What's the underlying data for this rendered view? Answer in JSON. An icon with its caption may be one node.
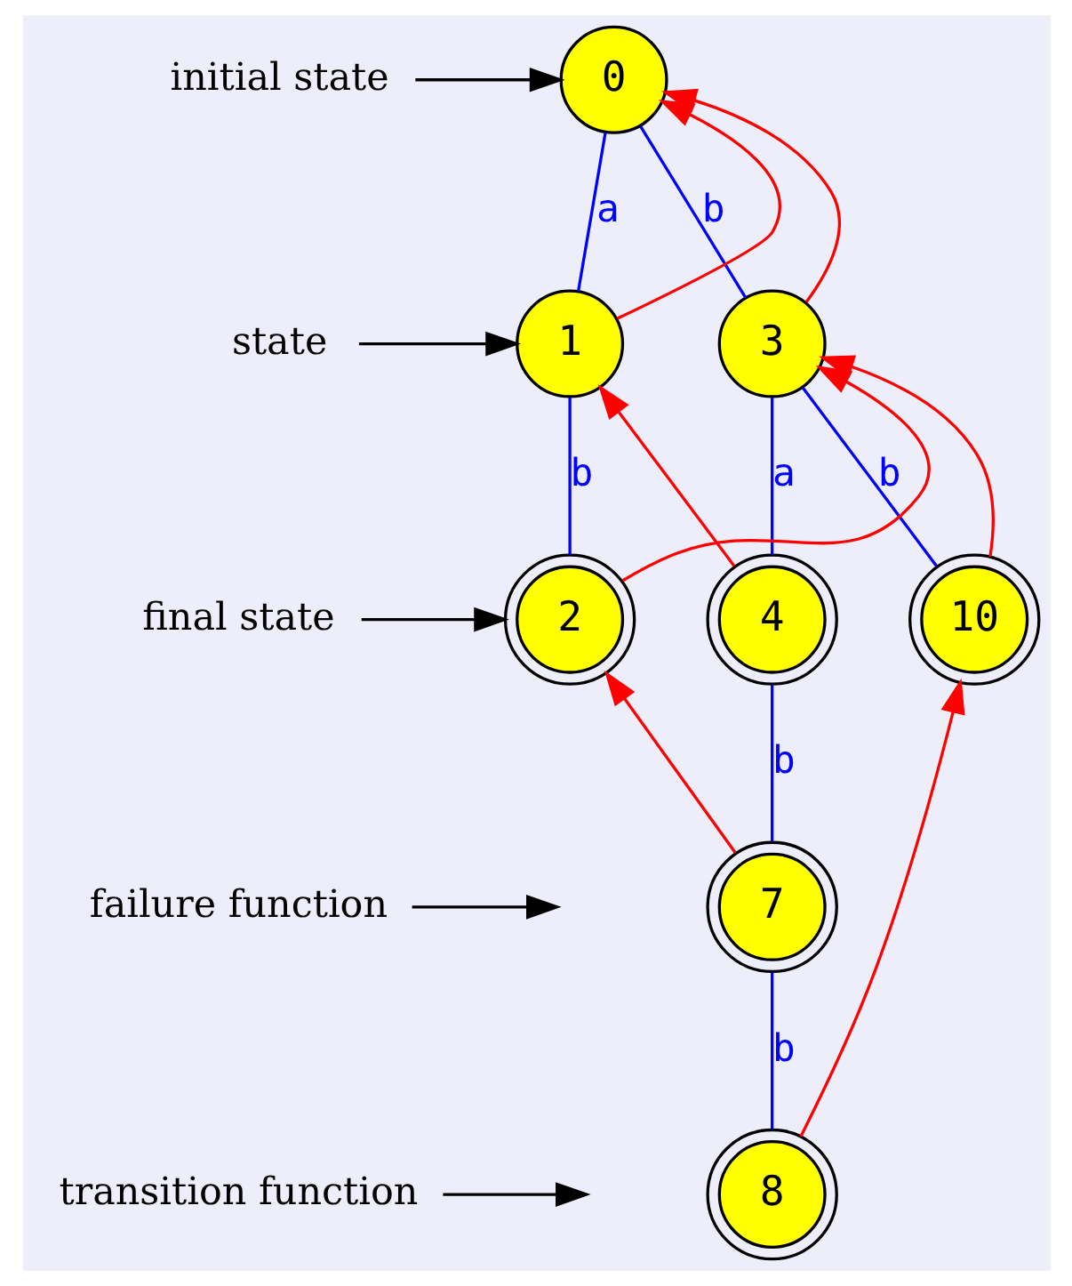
{
  "diagram": {
    "nodes": [
      {
        "text": [
          "initial state"
        ]
      },
      {
        "text": [
          "0"
        ]
      },
      {
        "text": [
          "state"
        ]
      },
      {
        "text": [
          "1"
        ]
      },
      {
        "text": [
          "3"
        ]
      },
      {
        "text": [
          "final state"
        ]
      },
      {
        "text": [
          "2"
        ]
      },
      {
        "text": [
          "4"
        ]
      },
      {
        "text": [
          "10"
        ]
      },
      {
        "text": [
          "failure function"
        ]
      },
      {
        "text": [
          "7"
        ]
      },
      {
        "text": [
          "transition function"
        ]
      },
      {
        "text": [
          "8"
        ]
      }
    ],
    "edges": [
      {
        "from": 1,
        "to": 3,
        "arrow": "none",
        "label": "a",
        "color": "#0000ff"
      },
      {
        "from": 1,
        "to": 4,
        "arrow": "none",
        "label": "b",
        "color": "#0000ff"
      },
      {
        "from": 3,
        "to": 6,
        "arrow": "none",
        "label": "b",
        "color": "#0000ff"
      },
      {
        "from": 4,
        "to": 7,
        "arrow": "none",
        "label": "a",
        "color": "#0000ff"
      },
      {
        "from": 4,
        "to": 8,
        "arrow": "none",
        "label": "b",
        "color": "#0000ff"
      },
      {
        "from": 7,
        "to": 10,
        "arrow": "none",
        "label": "b",
        "color": "#0000ff"
      },
      {
        "from": 10,
        "to": 12,
        "arrow": "none",
        "label": "b",
        "color": "#0000ff"
      },
      {
        "from": 3,
        "to": 1,
        "arrow": "to",
        "color": "#ff0000"
      },
      {
        "from": 4,
        "to": 1,
        "arrow": "to",
        "color": "#ff0000"
      },
      {
        "from": 6,
        "to": 4,
        "arrow": "to",
        "color": "#ff0000"
      },
      {
        "from": 7,
        "to": 3,
        "arrow": "to",
        "color": "#ff0000"
      },
      {
        "from": 8,
        "to": 4,
        "arrow": "to",
        "color": "#ff0000"
      },
      {
        "from": 10,
        "to": 6,
        "arrow": "to",
        "color": "#ff0000"
      },
      {
        "from": 12,
        "to": 8,
        "arrow": "to",
        "color": "#ff0000"
      },
      {
        "from": 0,
        "to": 1,
        "arrow": "to",
        "color": "#000000"
      },
      {
        "from": 2,
        "to": 3,
        "arrow": "to",
        "color": "#000000"
      },
      {
        "from": 5,
        "to": 6,
        "arrow": "to",
        "color": "#000000"
      },
      {
        "from": 9,
        "to": null,
        "arrow": "to",
        "color": "#000000"
      },
      {
        "from": 11,
        "to": null,
        "arrow": "to",
        "color": "#000000"
      }
    ]
  }
}
